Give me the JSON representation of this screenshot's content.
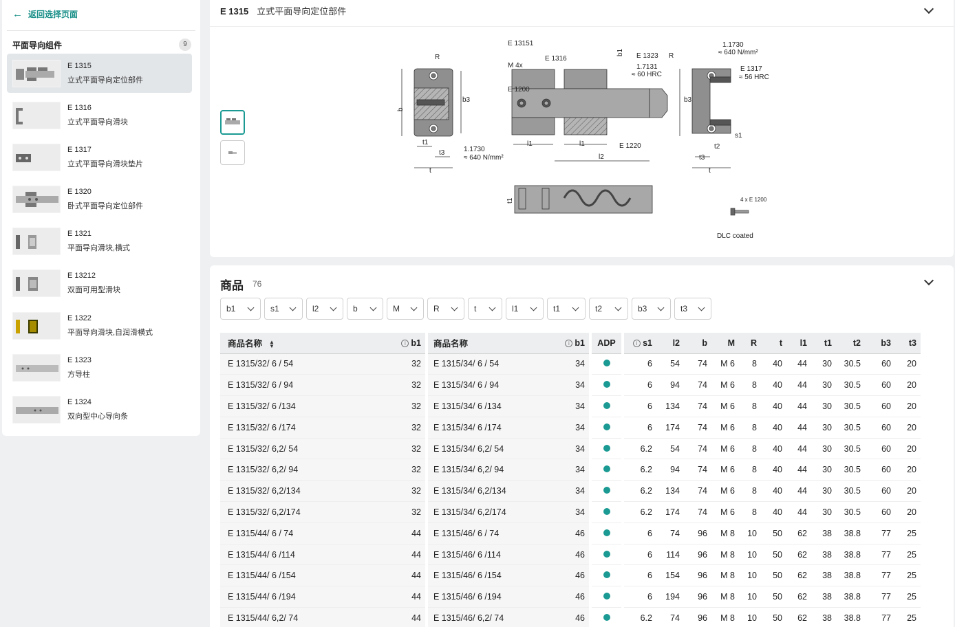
{
  "sidebar": {
    "back_label": "返回选择页面",
    "group_title": "平面导向组件",
    "group_count": "9",
    "items": [
      {
        "code": "E 1315",
        "name": "立式平面导向定位部件",
        "active": true
      },
      {
        "code": "E 1316",
        "name": "立式平面导向滑块"
      },
      {
        "code": "E 1317",
        "name": "立式平面导向滑块垫片"
      },
      {
        "code": "E 1320",
        "name": "卧式平面导向定位部件"
      },
      {
        "code": "E 1321",
        "name": "平面导向滑块,横式"
      },
      {
        "code": "E 13212",
        "name": "双面可用型滑块"
      },
      {
        "code": "E 1322",
        "name": "平面导向滑块,自润滑横式"
      },
      {
        "code": "E 1323",
        "name": "方导柱"
      },
      {
        "code": "E 1324",
        "name": "双向型中心导向条"
      }
    ]
  },
  "detail": {
    "code": "E 1315",
    "name": "立式平面导向定位部件",
    "drawing_labels": {
      "e13151": "E 13151",
      "e1316": "E 1316",
      "m4x": "M 4x",
      "e1200": "E 1200",
      "e1323": "E 1323",
      "mat1": "1.7131",
      "hrc60": "≈ 60 HRC",
      "e1220": "E 1220",
      "mat2": "1.1730",
      "n640": "≈ 640 N/mm²",
      "mat3": "1.1730",
      "n640b": "≈ 640 N/mm²",
      "e1317": "E 1317",
      "hrc56": "≈ 56 HRC",
      "e1200x4": "4 x E 1200",
      "dlc": "DLC coated",
      "t1": "t1",
      "t2": "t2",
      "t3": "t3",
      "t": "t",
      "b": "b",
      "b3": "b3",
      "b1": "b1",
      "r": "R",
      "l1": "l1",
      "l2": "l2",
      "s1": "s1"
    }
  },
  "products": {
    "title": "商品",
    "count": "76",
    "filters": [
      "b1",
      "s1",
      "l2",
      "b",
      "M",
      "R",
      "t",
      "l1",
      "t1",
      "t2",
      "b3",
      "t3"
    ],
    "columns": {
      "name1": "商品名称",
      "b1a": "b1",
      "name2": "商品名称",
      "b1b": "b1",
      "adp": "ADP",
      "s1": "s1",
      "l2": "l2",
      "b": "b",
      "m": "M",
      "r": "R",
      "t": "t",
      "l1": "l1",
      "t1": "t1",
      "t2": "t2",
      "b3": "b3",
      "t3": "t3"
    },
    "rows": [
      {
        "name1": "E 1315/32/ 6 / 54",
        "b1a": "32",
        "name2": "E 1315/34/ 6 / 54",
        "b1b": "34",
        "s1": "6",
        "l2": "54",
        "b": "74",
        "m": "M 6",
        "r": "8",
        "t": "40",
        "l1": "44",
        "t1": "30",
        "t2": "30.5",
        "b3": "60",
        "t3": "20"
      },
      {
        "name1": "E 1315/32/ 6 / 94",
        "b1a": "32",
        "name2": "E 1315/34/ 6 / 94",
        "b1b": "34",
        "s1": "6",
        "l2": "94",
        "b": "74",
        "m": "M 6",
        "r": "8",
        "t": "40",
        "l1": "44",
        "t1": "30",
        "t2": "30.5",
        "b3": "60",
        "t3": "20"
      },
      {
        "name1": "E 1315/32/ 6 /134",
        "b1a": "32",
        "name2": "E 1315/34/ 6 /134",
        "b1b": "34",
        "s1": "6",
        "l2": "134",
        "b": "74",
        "m": "M 6",
        "r": "8",
        "t": "40",
        "l1": "44",
        "t1": "30",
        "t2": "30.5",
        "b3": "60",
        "t3": "20"
      },
      {
        "name1": "E 1315/32/ 6 /174",
        "b1a": "32",
        "name2": "E 1315/34/ 6 /174",
        "b1b": "34",
        "s1": "6",
        "l2": "174",
        "b": "74",
        "m": "M 6",
        "r": "8",
        "t": "40",
        "l1": "44",
        "t1": "30",
        "t2": "30.5",
        "b3": "60",
        "t3": "20"
      },
      {
        "name1": "E 1315/32/ 6,2/ 54",
        "b1a": "32",
        "name2": "E 1315/34/ 6,2/ 54",
        "b1b": "34",
        "s1": "6.2",
        "l2": "54",
        "b": "74",
        "m": "M 6",
        "r": "8",
        "t": "40",
        "l1": "44",
        "t1": "30",
        "t2": "30.5",
        "b3": "60",
        "t3": "20"
      },
      {
        "name1": "E 1315/32/ 6,2/ 94",
        "b1a": "32",
        "name2": "E 1315/34/ 6,2/ 94",
        "b1b": "34",
        "s1": "6.2",
        "l2": "94",
        "b": "74",
        "m": "M 6",
        "r": "8",
        "t": "40",
        "l1": "44",
        "t1": "30",
        "t2": "30.5",
        "b3": "60",
        "t3": "20"
      },
      {
        "name1": "E 1315/32/ 6,2/134",
        "b1a": "32",
        "name2": "E 1315/34/ 6,2/134",
        "b1b": "34",
        "s1": "6.2",
        "l2": "134",
        "b": "74",
        "m": "M 6",
        "r": "8",
        "t": "40",
        "l1": "44",
        "t1": "30",
        "t2": "30.5",
        "b3": "60",
        "t3": "20"
      },
      {
        "name1": "E 1315/32/ 6,2/174",
        "b1a": "32",
        "name2": "E 1315/34/ 6,2/174",
        "b1b": "34",
        "s1": "6.2",
        "l2": "174",
        "b": "74",
        "m": "M 6",
        "r": "8",
        "t": "40",
        "l1": "44",
        "t1": "30",
        "t2": "30.5",
        "b3": "60",
        "t3": "20"
      },
      {
        "name1": "E 1315/44/ 6 / 74",
        "b1a": "44",
        "name2": "E 1315/46/ 6 / 74",
        "b1b": "46",
        "s1": "6",
        "l2": "74",
        "b": "96",
        "m": "M 8",
        "r": "10",
        "t": "50",
        "l1": "62",
        "t1": "38",
        "t2": "38.8",
        "b3": "77",
        "t3": "25"
      },
      {
        "name1": "E 1315/44/ 6 /114",
        "b1a": "44",
        "name2": "E 1315/46/ 6 /114",
        "b1b": "46",
        "s1": "6",
        "l2": "114",
        "b": "96",
        "m": "M 8",
        "r": "10",
        "t": "50",
        "l1": "62",
        "t1": "38",
        "t2": "38.8",
        "b3": "77",
        "t3": "25"
      },
      {
        "name1": "E 1315/44/ 6 /154",
        "b1a": "44",
        "name2": "E 1315/46/ 6 /154",
        "b1b": "46",
        "s1": "6",
        "l2": "154",
        "b": "96",
        "m": "M 8",
        "r": "10",
        "t": "50",
        "l1": "62",
        "t1": "38",
        "t2": "38.8",
        "b3": "77",
        "t3": "25"
      },
      {
        "name1": "E 1315/44/ 6 /194",
        "b1a": "44",
        "name2": "E 1315/46/ 6 /194",
        "b1b": "46",
        "s1": "6",
        "l2": "194",
        "b": "96",
        "m": "M 8",
        "r": "10",
        "t": "50",
        "l1": "62",
        "t1": "38",
        "t2": "38.8",
        "b3": "77",
        "t3": "25"
      },
      {
        "name1": "E 1315/44/ 6,2/ 74",
        "b1a": "44",
        "name2": "E 1315/46/ 6,2/ 74",
        "b1b": "46",
        "s1": "6.2",
        "l2": "74",
        "b": "96",
        "m": "M 8",
        "r": "10",
        "t": "50",
        "l1": "62",
        "t1": "38",
        "t2": "38.8",
        "b3": "77",
        "t3": "25"
      }
    ]
  },
  "colors": {
    "accent": "#1a9a93",
    "background": "#eef0f2",
    "active_item": "#e3e6e9"
  }
}
